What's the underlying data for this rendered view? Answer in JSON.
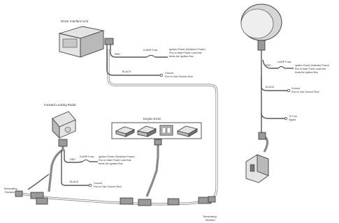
{
  "labels": {
    "driver_interface_unit": "Driver Interface Unit",
    "forward_looking_radar": "Forward Looking Radar",
    "engine_ecm": "Engine ECM",
    "terminating_resistor_left": [
      "Terminating",
      "Resistor"
    ],
    "terminating_resistor_right": [
      "Terminating",
      "Resistor"
    ],
    "to_turn_signal": [
      "To Turn",
      "Signal"
    ]
  },
  "circuits": {
    "top": {
      "red": "RED",
      "fuse": "5 AMP Fuse",
      "ignition": [
        "Ignition Power (Switched Power)",
        "Run to Main Power Lead that",
        "feeds the Ignition Bus"
      ],
      "black": "BLACK",
      "ground": [
        "Ground",
        "Run to Cab Ground Stud"
      ]
    },
    "bottom": {
      "red": "RED",
      "fuse": "5 AMP Fuse",
      "ignition": [
        "Ignition Power (Switched Power)",
        "Run to Main Power Lead that",
        "feeds the Ignition Bus"
      ],
      "black": "BLACK",
      "ground": [
        "Ground",
        "Run to Cab Ground Stud"
      ]
    },
    "right": {
      "red": "RED",
      "fuse": "1 AMP Fuse",
      "ignition": [
        "Ignition Power (Switched Power)",
        "Run to Main Power Lead that",
        "feeds the Ignition Bus"
      ],
      "black": "BLACK",
      "ground": [
        "Ground",
        "Run to Cab Ground Stud"
      ]
    }
  },
  "colors": {
    "wire": "#555555",
    "harness": "#8a8a8a",
    "device": "#e4e4e4"
  }
}
